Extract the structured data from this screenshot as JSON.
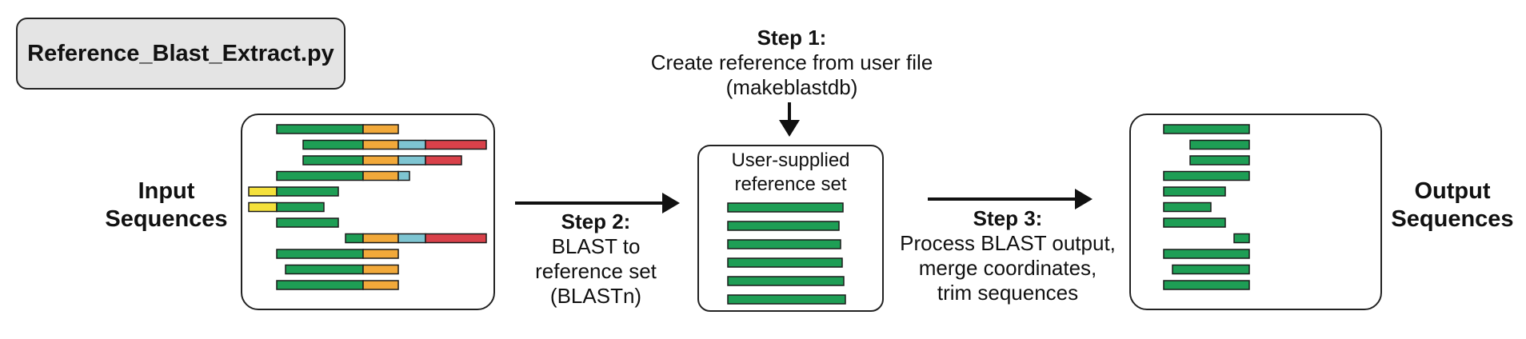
{
  "script_name": "Reference_Blast_Extract.py",
  "input_label": [
    "Input",
    "Sequences"
  ],
  "output_label": [
    "Output",
    "Sequences"
  ],
  "step1": {
    "title": "Step 1:",
    "lines": [
      "Create reference from user file",
      "(makeblastdb)"
    ]
  },
  "step2": {
    "title": "Step 2:",
    "lines": [
      "BLAST to",
      "reference set",
      "(BLASTn)"
    ]
  },
  "step3": {
    "title": "Step 3:",
    "lines": [
      "Process BLAST output,",
      "merge coordinates,",
      "trim sequences"
    ]
  },
  "reference_box": {
    "lines": [
      "User-supplied",
      "reference set"
    ]
  },
  "colors": {
    "green": "#1e9e55",
    "orange": "#f2a93a",
    "blue": "#7ec5d2",
    "red": "#d9414a",
    "yellow": "#f5e13c",
    "outline": "#1a1a1a"
  }
}
